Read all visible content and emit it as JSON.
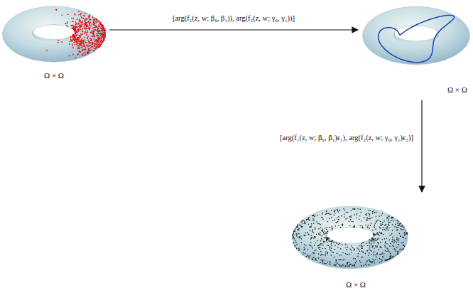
{
  "diagram": {
    "nodes": [
      {
        "text": [
          "Ω × Ω"
        ]
      },
      {
        "text": [
          "Ω × Ω"
        ]
      },
      {
        "text": [
          "Ω × Ω"
        ]
      }
    ],
    "edges": [
      {
        "from": 0,
        "to": 1,
        "arrow": "to",
        "label": "[arg(f₁(z, w; β₀, β₁)), arg(f₂(z, w; γ₀, γ₁))]"
      },
      {
        "from": 1,
        "to": 2,
        "arrow": "to",
        "label": "[arg(f₁(z, w; β₀, β₁)ϵ₁), arg(f₂(z, w; γ₀, γ₁)ϵ₂)]"
      }
    ]
  }
}
